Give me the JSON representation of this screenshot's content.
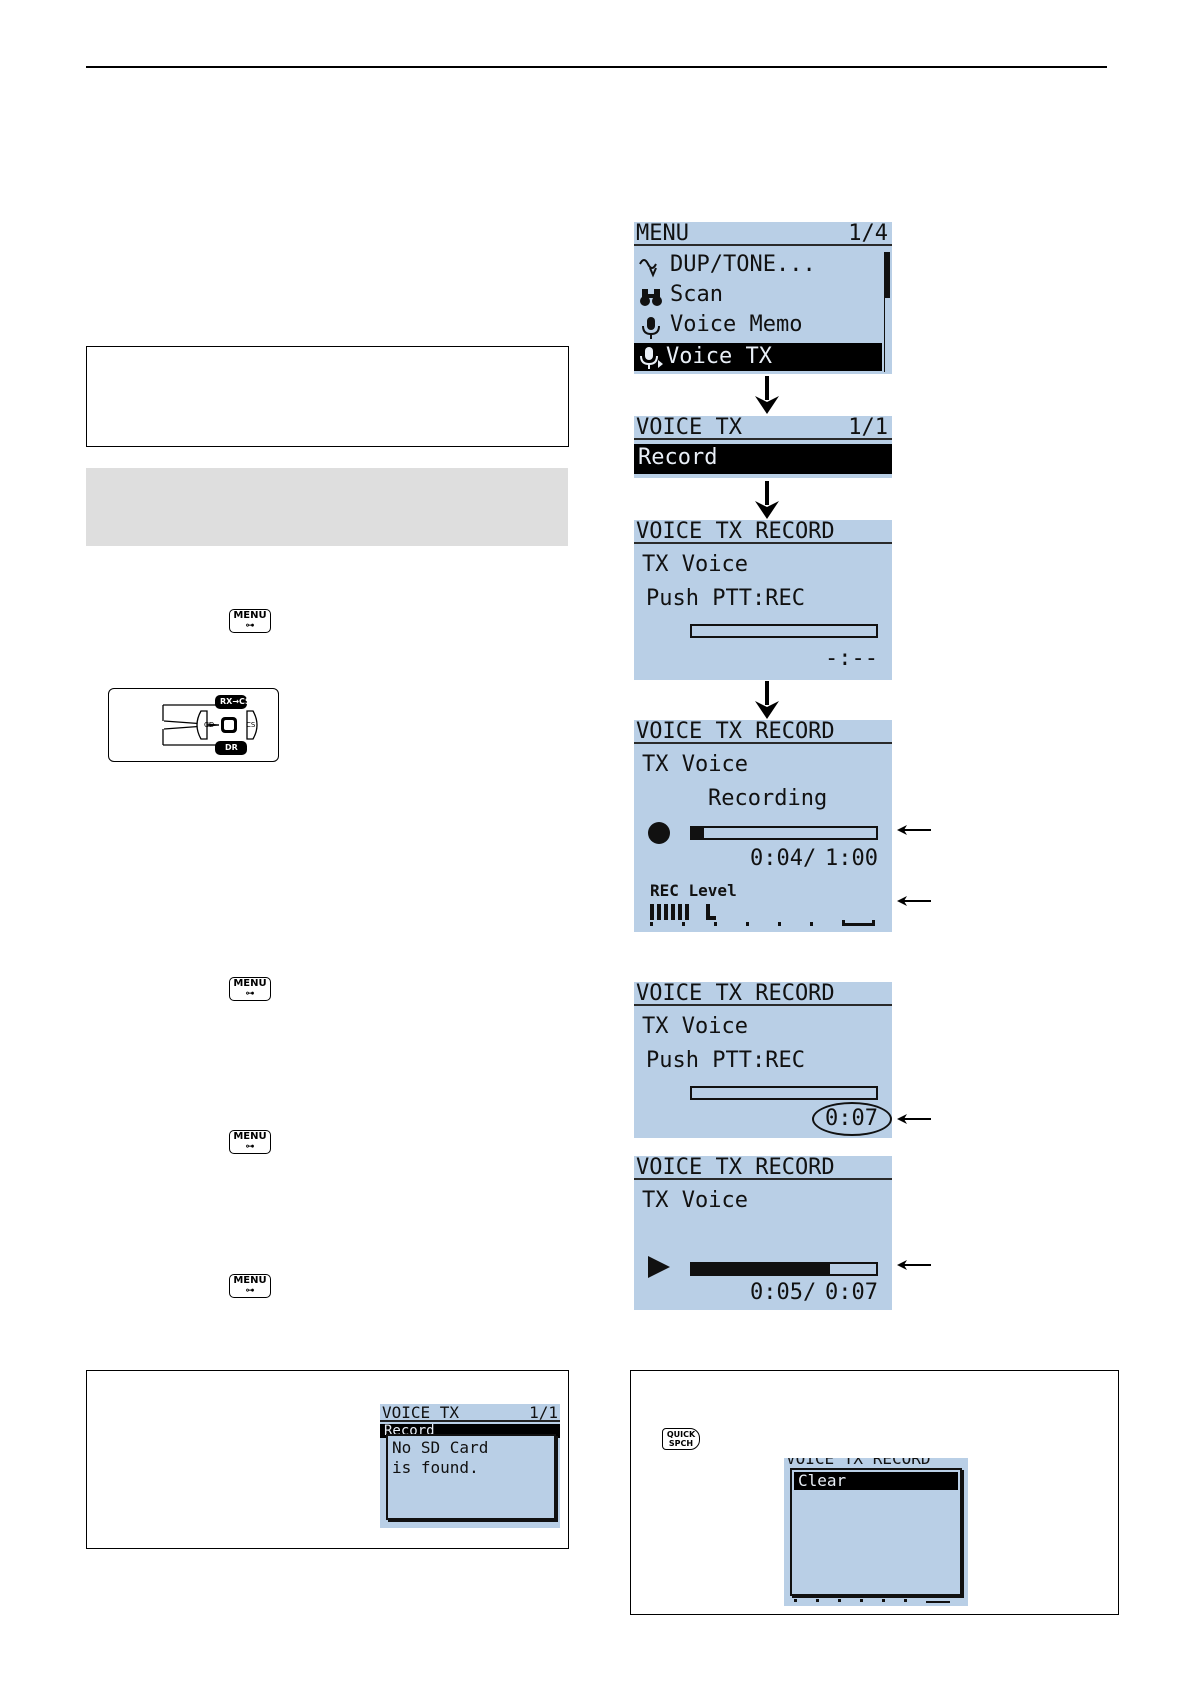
{
  "keys": {
    "menu": "MENU",
    "menu_sub": "⊶",
    "quick_line1": "QUICK",
    "quick_line2": "SPCH"
  },
  "dpad": {
    "rx_cs": "RX→CS",
    "dr": "DR",
    "cd": "CD",
    "cs": "CS"
  },
  "screens": {
    "menu": {
      "title": "MENU",
      "page": "1/4",
      "items": [
        "DUP/TONE...",
        "Scan",
        "Voice Memo",
        "Voice TX"
      ],
      "selected": "Voice TX",
      "icons": [
        "dup-tone-icon",
        "binoculars-icon",
        "microphone-icon",
        "microphone-tx-icon"
      ]
    },
    "voice_tx": {
      "title": "VOICE TX",
      "page": "1/1",
      "selected": "Record"
    },
    "record_idle": {
      "title": "VOICE TX RECORD",
      "line1": "TX Voice",
      "line2": "Push PTT:REC",
      "time": "-:--",
      "progress": 0
    },
    "recording": {
      "title": "VOICE TX RECORD",
      "line1": "TX Voice",
      "line2": "Recording",
      "elapsed": "0:04/",
      "total": "1:00",
      "progress": 0.067,
      "level_label": "REC Level"
    },
    "record_done": {
      "title": "VOICE TX RECORD",
      "line1": "TX Voice",
      "line2": "Push PTT:REC",
      "time": "0:07",
      "progress": 0
    },
    "playback": {
      "title": "VOICE TX RECORD",
      "line1": "TX Voice",
      "elapsed": "0:05/",
      "total": "0:07",
      "progress": 0.75
    },
    "no_sd": {
      "title": "VOICE TX",
      "page": "1/1",
      "behind": "Record",
      "msg1": "No SD Card",
      "msg2": "is found."
    },
    "clear": {
      "title": "VOICE TX RECORD",
      "selected": "Clear"
    }
  }
}
